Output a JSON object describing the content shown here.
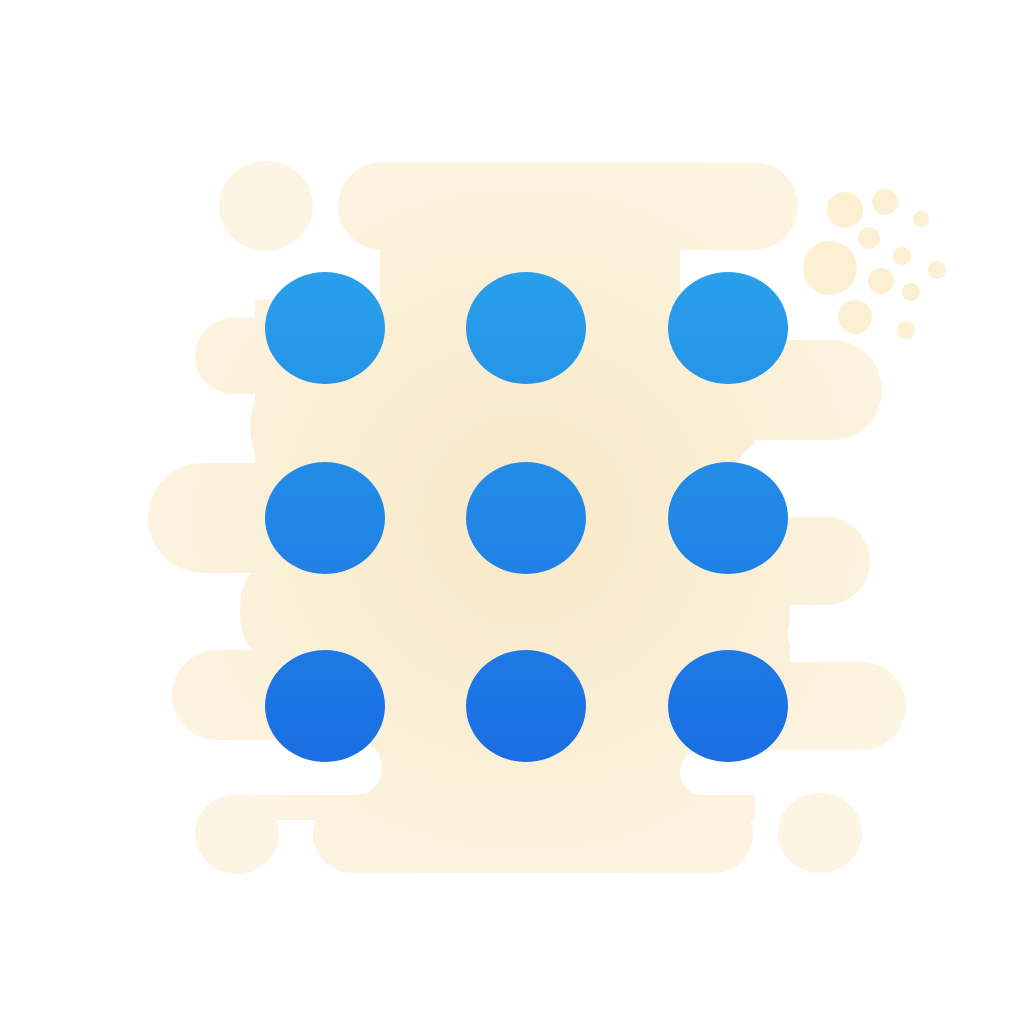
{
  "icon": {
    "name": "keypad-grid-icon",
    "grid": {
      "rows": 3,
      "columns": 3,
      "dot_count": 9
    },
    "colors": {
      "background": "#ffffff",
      "blob_light": "#fdf5e3",
      "blob_center": "#f7e8c6",
      "dot_top": "#29a0ea",
      "dot_bottom": "#1a6ee3"
    }
  }
}
